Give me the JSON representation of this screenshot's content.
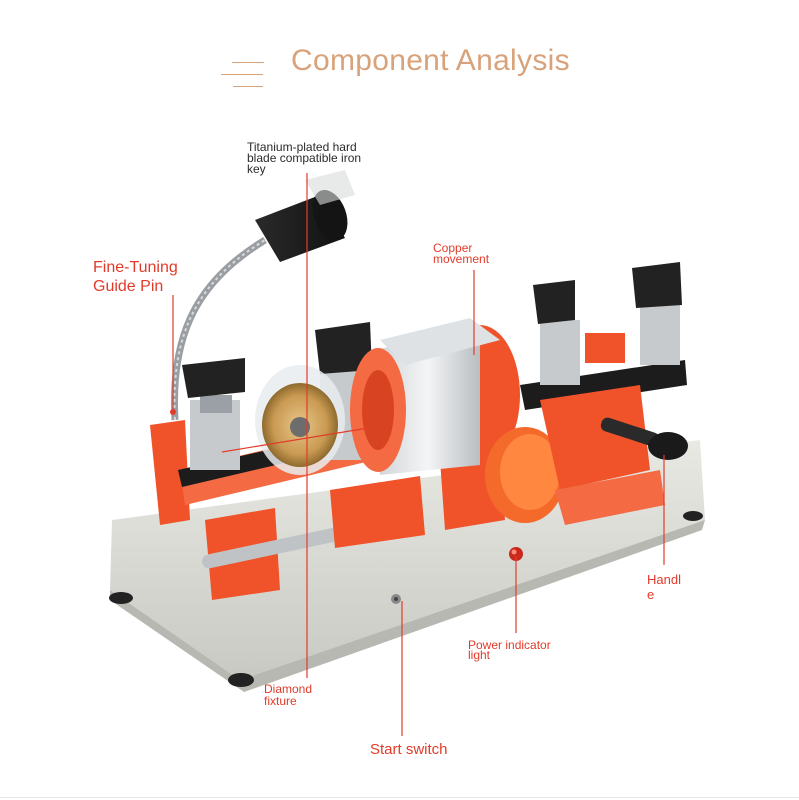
{
  "header": {
    "title": "Component Analysis"
  },
  "labels": {
    "blade": "Titanium-plated hard\nblade compatible iron\nkey",
    "guide_pin": "Fine-Tuning\nGuide Pin",
    "copper": "Copper\nmovement",
    "handle": "Handl\ne",
    "power": "Power indicator\nlight",
    "diamond": "Diamond\nfixture",
    "start": "Start switch"
  },
  "colors": {
    "accent": "#d8a27a",
    "label_red": "#e23b2a",
    "machine_orange": "#f0522a",
    "base_grey": "#dcdcd6"
  }
}
